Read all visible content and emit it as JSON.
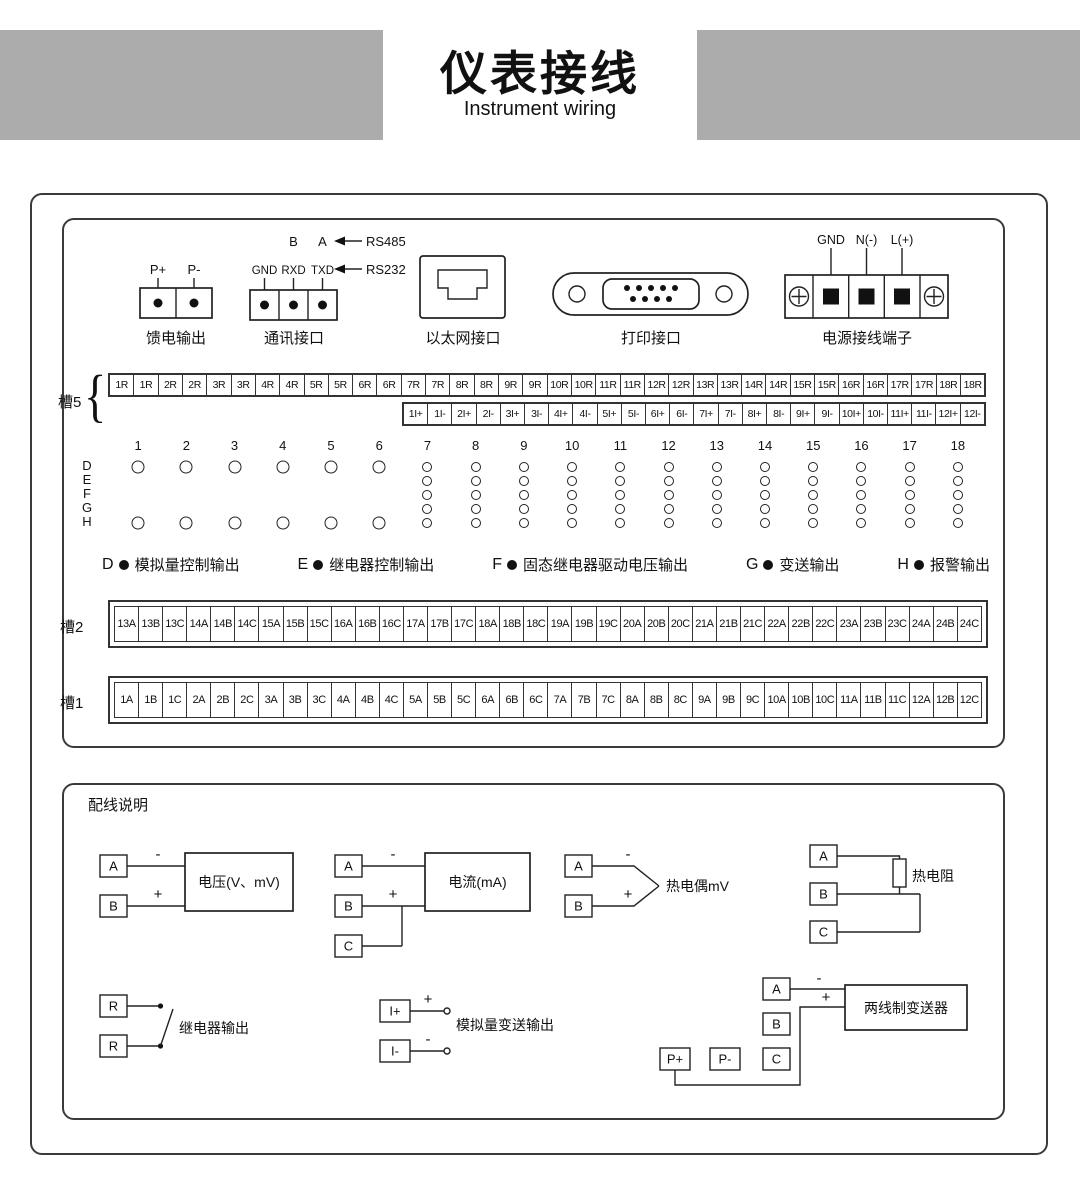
{
  "header": {
    "title": "仪表接线",
    "subtitle": "Instrument wiring"
  },
  "connectors": {
    "feed": {
      "label": "馈电输出",
      "p1": "P+",
      "p2": "P-"
    },
    "comm": {
      "label": "通讯接口",
      "b": "B",
      "a": "A",
      "rs485": "RS485",
      "rs232": "RS232",
      "gnd": "GND",
      "rxd": "RXD",
      "txd": "TXD"
    },
    "ethernet": {
      "label": "以太网接口"
    },
    "printer": {
      "label": "打印接口"
    },
    "power": {
      "label": "电源接线端子",
      "gnd": "GND",
      "n": "N(-)",
      "l": "L(+)"
    }
  },
  "slot5": {
    "label": "槽5",
    "row1": [
      "1R",
      "1R",
      "2R",
      "2R",
      "3R",
      "3R",
      "4R",
      "4R",
      "5R",
      "5R",
      "6R",
      "6R",
      "7R",
      "7R",
      "8R",
      "8R",
      "9R",
      "9R",
      "10R",
      "10R",
      "11R",
      "11R",
      "12R",
      "12R",
      "13R",
      "13R",
      "14R",
      "14R",
      "15R",
      "15R",
      "16R",
      "16R",
      "17R",
      "17R",
      "18R",
      "18R"
    ],
    "row2": [
      "1I+",
      "1I-",
      "2I+",
      "2I-",
      "3I+",
      "3I-",
      "4I+",
      "4I-",
      "5I+",
      "5I-",
      "6I+",
      "6I-",
      "7I+",
      "7I-",
      "8I+",
      "8I-",
      "9I+",
      "9I-",
      "10I+",
      "10I-",
      "11I+",
      "11I-",
      "12I+",
      "12I-"
    ]
  },
  "matrix": {
    "columns": [
      "1",
      "2",
      "3",
      "4",
      "5",
      "6",
      "7",
      "8",
      "9",
      "10",
      "11",
      "12",
      "13",
      "14",
      "15",
      "16",
      "17",
      "18"
    ],
    "rows": [
      "D",
      "E",
      "F",
      "G",
      "H"
    ],
    "full_from": 7,
    "partial_rows": [
      "D",
      "H"
    ]
  },
  "legend": [
    {
      "key": "D",
      "label": "模拟量控制输出"
    },
    {
      "key": "E",
      "label": "继电器控制输出"
    },
    {
      "key": "F",
      "label": "固态继电器驱动电压输出"
    },
    {
      "key": "G",
      "label": "变送输出"
    },
    {
      "key": "H",
      "label": "报警输出"
    }
  ],
  "slot2": {
    "label": "槽2",
    "cells": [
      "13A",
      "13B",
      "13C",
      "14A",
      "14B",
      "14C",
      "15A",
      "15B",
      "15C",
      "16A",
      "16B",
      "16C",
      "17A",
      "17B",
      "17C",
      "18A",
      "18B",
      "18C",
      "19A",
      "19B",
      "19C",
      "20A",
      "20B",
      "20C",
      "21A",
      "21B",
      "21C",
      "22A",
      "22B",
      "22C",
      "23A",
      "23B",
      "23C",
      "24A",
      "24B",
      "24C"
    ]
  },
  "slot1": {
    "label": "槽1",
    "cells": [
      "1A",
      "1B",
      "1C",
      "2A",
      "2B",
      "2C",
      "3A",
      "3B",
      "3C",
      "4A",
      "4B",
      "4C",
      "5A",
      "5B",
      "5C",
      "6A",
      "6B",
      "6C",
      "7A",
      "7B",
      "7C",
      "8A",
      "8B",
      "8C",
      "9A",
      "9B",
      "9C",
      "10A",
      "10B",
      "10C",
      "11A",
      "11B",
      "11C",
      "12A",
      "12B",
      "12C"
    ]
  },
  "notes": {
    "title": "配线说明",
    "voltage": {
      "a": "A",
      "b": "B",
      "minus": "-",
      "plus": "+",
      "box": "电压(V、mV)"
    },
    "current": {
      "a": "A",
      "b": "B",
      "c": "C",
      "minus": "-",
      "plus": "+",
      "box": "电流(mA)"
    },
    "thermocouple": {
      "a": "A",
      "b": "B",
      "minus": "-",
      "plus": "+",
      "label": "热电偶mV"
    },
    "rtd": {
      "a": "A",
      "b": "B",
      "c": "C",
      "label": "热电阻"
    },
    "relay": {
      "r1": "R",
      "r2": "R",
      "label": "继电器输出"
    },
    "analog": {
      "plus_terminal": "I+",
      "minus_terminal": "I-",
      "plus": "+",
      "minus": "-",
      "label": "模拟量变送输出"
    },
    "transmitter": {
      "a": "A",
      "b": "B",
      "c": "C",
      "pplus": "P+",
      "pminus": "P-",
      "minus": "-",
      "plus": "+",
      "label": "两线制变送器"
    }
  }
}
